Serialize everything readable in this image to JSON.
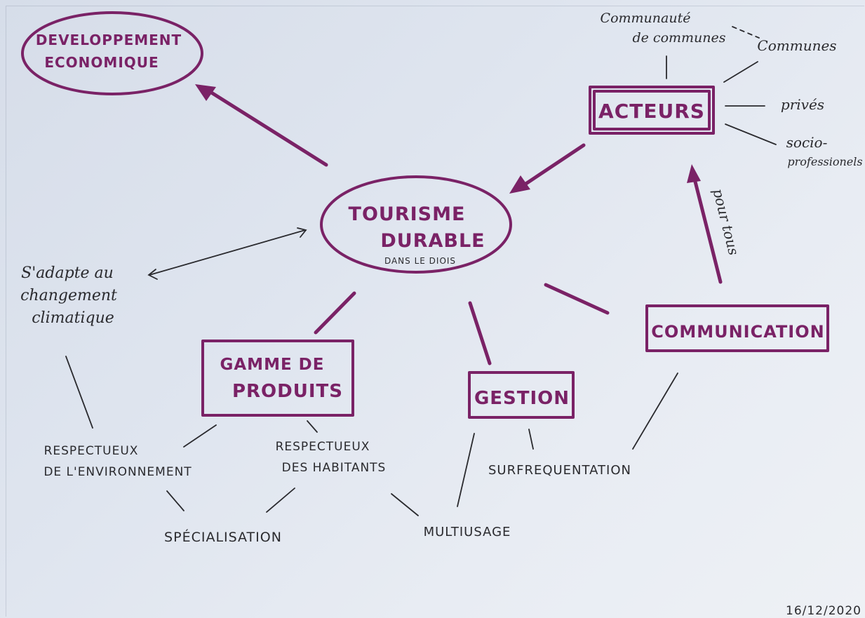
{
  "center": {
    "line1": "TOURISME",
    "line2": "DURABLE",
    "sub": "DANS LE DIOIS"
  },
  "developpement": {
    "line1": "DEVELOPPEMENT",
    "line2": "ECONOMIQUE"
  },
  "acteurs": {
    "label": "ACTEURS",
    "communaute_line1": "Communauté",
    "communaute_line2": "de communes",
    "communes": "Communes",
    "prives": "privés",
    "socio_line1": "socio-",
    "socio_line2": "professionels"
  },
  "pour_tous": "pour tous",
  "climat": {
    "line1": "S'adapte au",
    "line2": "changement",
    "line3": "climatique"
  },
  "gamme": {
    "line1": "GAMME DE",
    "line2": "PRODUITS"
  },
  "gestion": "GESTION",
  "communication": "COMMUNICATION",
  "resp_env": {
    "line1": "RESPECTUEUX",
    "line2": "DE L'ENVIRONNEMENT"
  },
  "resp_hab": {
    "line1": "RESPECTUEUX",
    "line2": "DES HABITANTS"
  },
  "surfrequentation": "SURFREQUENTATION",
  "specialisation": "SPÉCIALISATION",
  "multiusage": "MULTIUSAGE",
  "date": "16/12/2020",
  "colors": {
    "ink": "#7a2266",
    "pen": "#2a2a2e",
    "paper": "#dfe5ef"
  }
}
